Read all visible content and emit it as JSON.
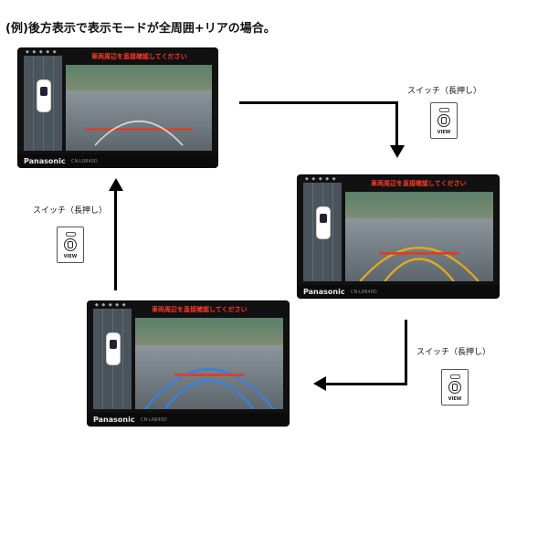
{
  "title": "(例)後方表示で表示モードが全周囲+リアの場合。",
  "screens": [
    {
      "brand": "Panasonic",
      "model": "CN-LR840D",
      "warning": "車両周辺を直接確認してください",
      "dots": "◆ ◆ ◆ ◆ ◆"
    },
    {
      "brand": "Panasonic",
      "model": "CN-LR840D",
      "warning": "車両周辺を直接確認してください",
      "dots": "◆ ◆ ◆ ◆ ◆"
    },
    {
      "brand": "Panasonic",
      "model": "CN-LR840D",
      "warning": "車両周辺を直接確認してください",
      "dots": "◆ ◆ ◆ ◆ ◆"
    }
  ],
  "switches": [
    {
      "label": "スイッチ（長押し）",
      "button_text": "VIEW"
    },
    {
      "label": "スイッチ（長押し）",
      "button_text": "VIEW"
    },
    {
      "label": "スイッチ（長押し）",
      "button_text": "VIEW"
    }
  ],
  "colors": {
    "warning": "#ff3a2a",
    "guide_red": "#e23a1f",
    "guide_yellow": "#e2a81f",
    "guide_blue": "#3b7fe0",
    "arrow": "#000000"
  }
}
